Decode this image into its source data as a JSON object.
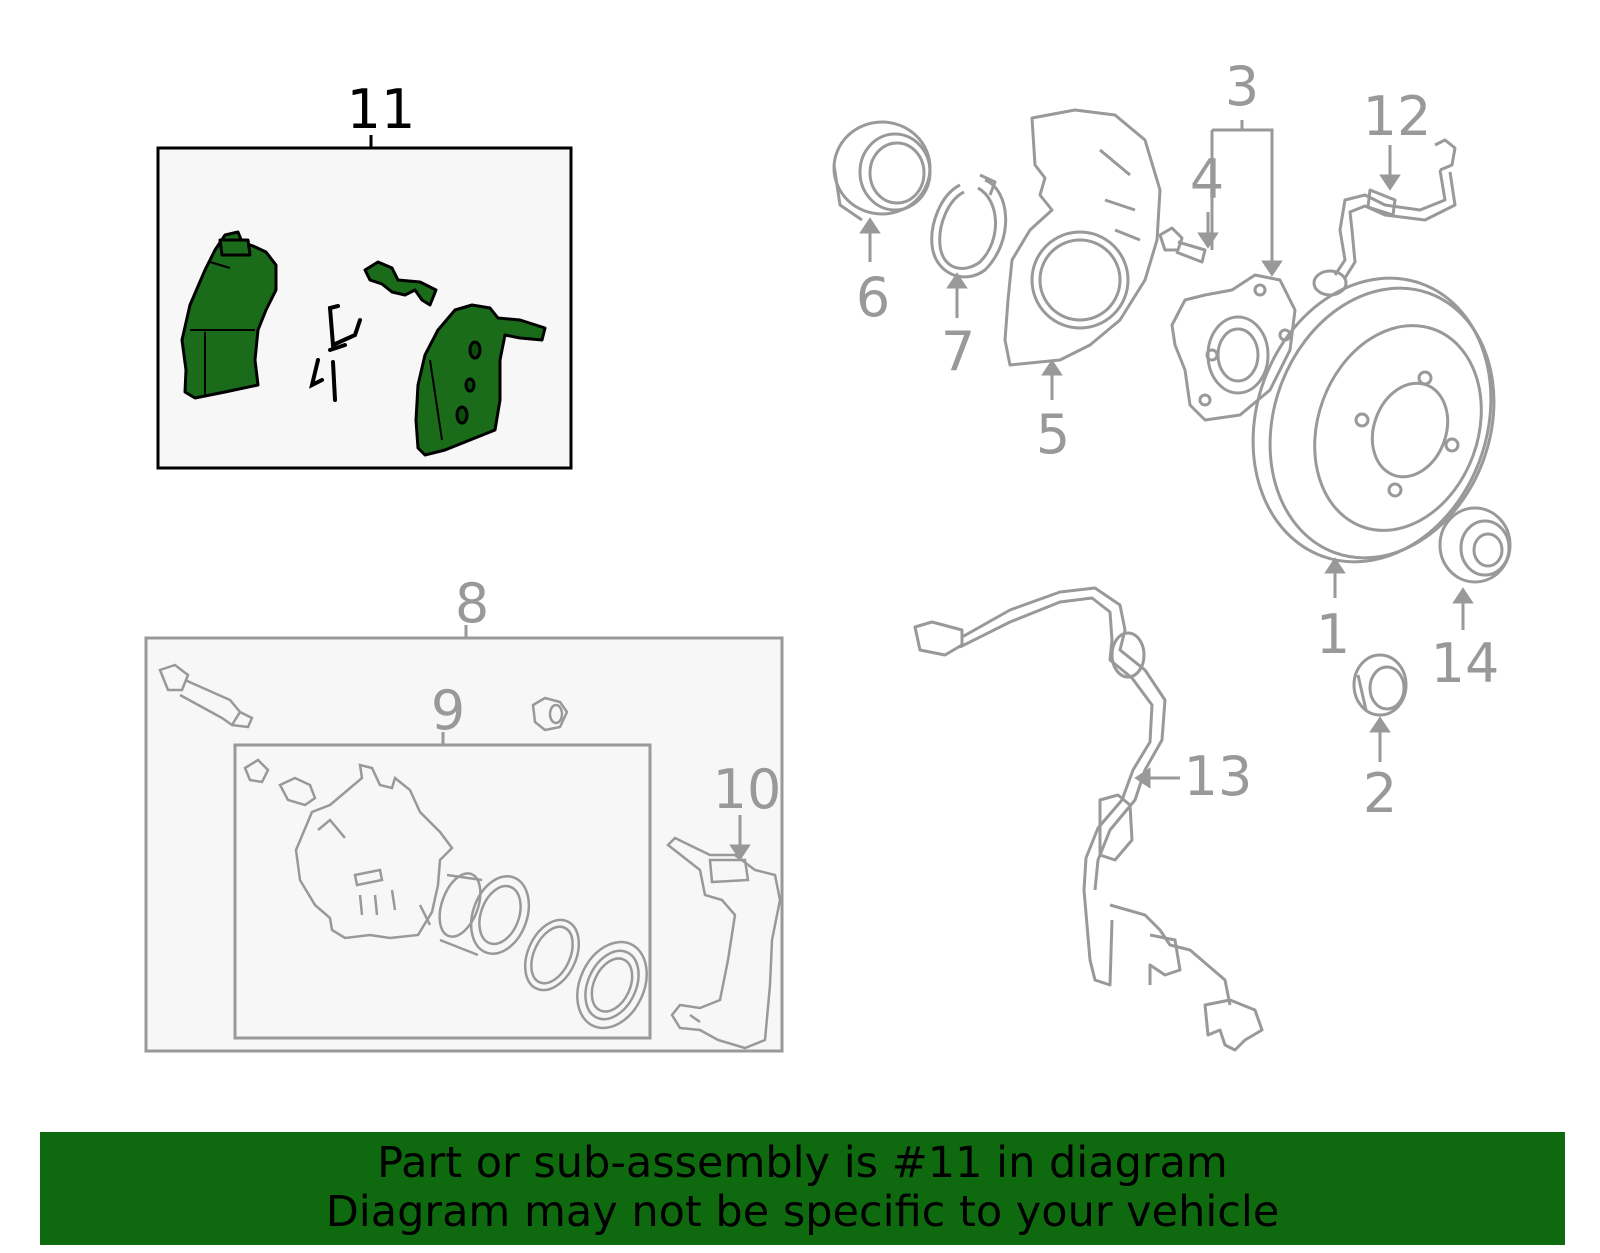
{
  "diagram": {
    "callouts": [
      {
        "id": "1",
        "label": "1"
      },
      {
        "id": "2",
        "label": "2"
      },
      {
        "id": "3",
        "label": "3"
      },
      {
        "id": "4",
        "label": "4"
      },
      {
        "id": "5",
        "label": "5"
      },
      {
        "id": "6",
        "label": "6"
      },
      {
        "id": "7",
        "label": "7"
      },
      {
        "id": "8",
        "label": "8"
      },
      {
        "id": "9",
        "label": "9"
      },
      {
        "id": "10",
        "label": "10"
      },
      {
        "id": "11",
        "label": "11"
      },
      {
        "id": "12",
        "label": "12"
      },
      {
        "id": "13",
        "label": "13"
      },
      {
        "id": "14",
        "label": "14"
      }
    ],
    "highlighted_callout": "11"
  },
  "banner": {
    "line1": "Part or sub-assembly is #11 in diagram",
    "line2": "Diagram may not be specific to your vehicle"
  },
  "colors": {
    "highlight": "#1a6b1a",
    "banner_bg": "#0f6a0f",
    "line_gray": "#999999",
    "box_fill": "#f7f7f7"
  }
}
